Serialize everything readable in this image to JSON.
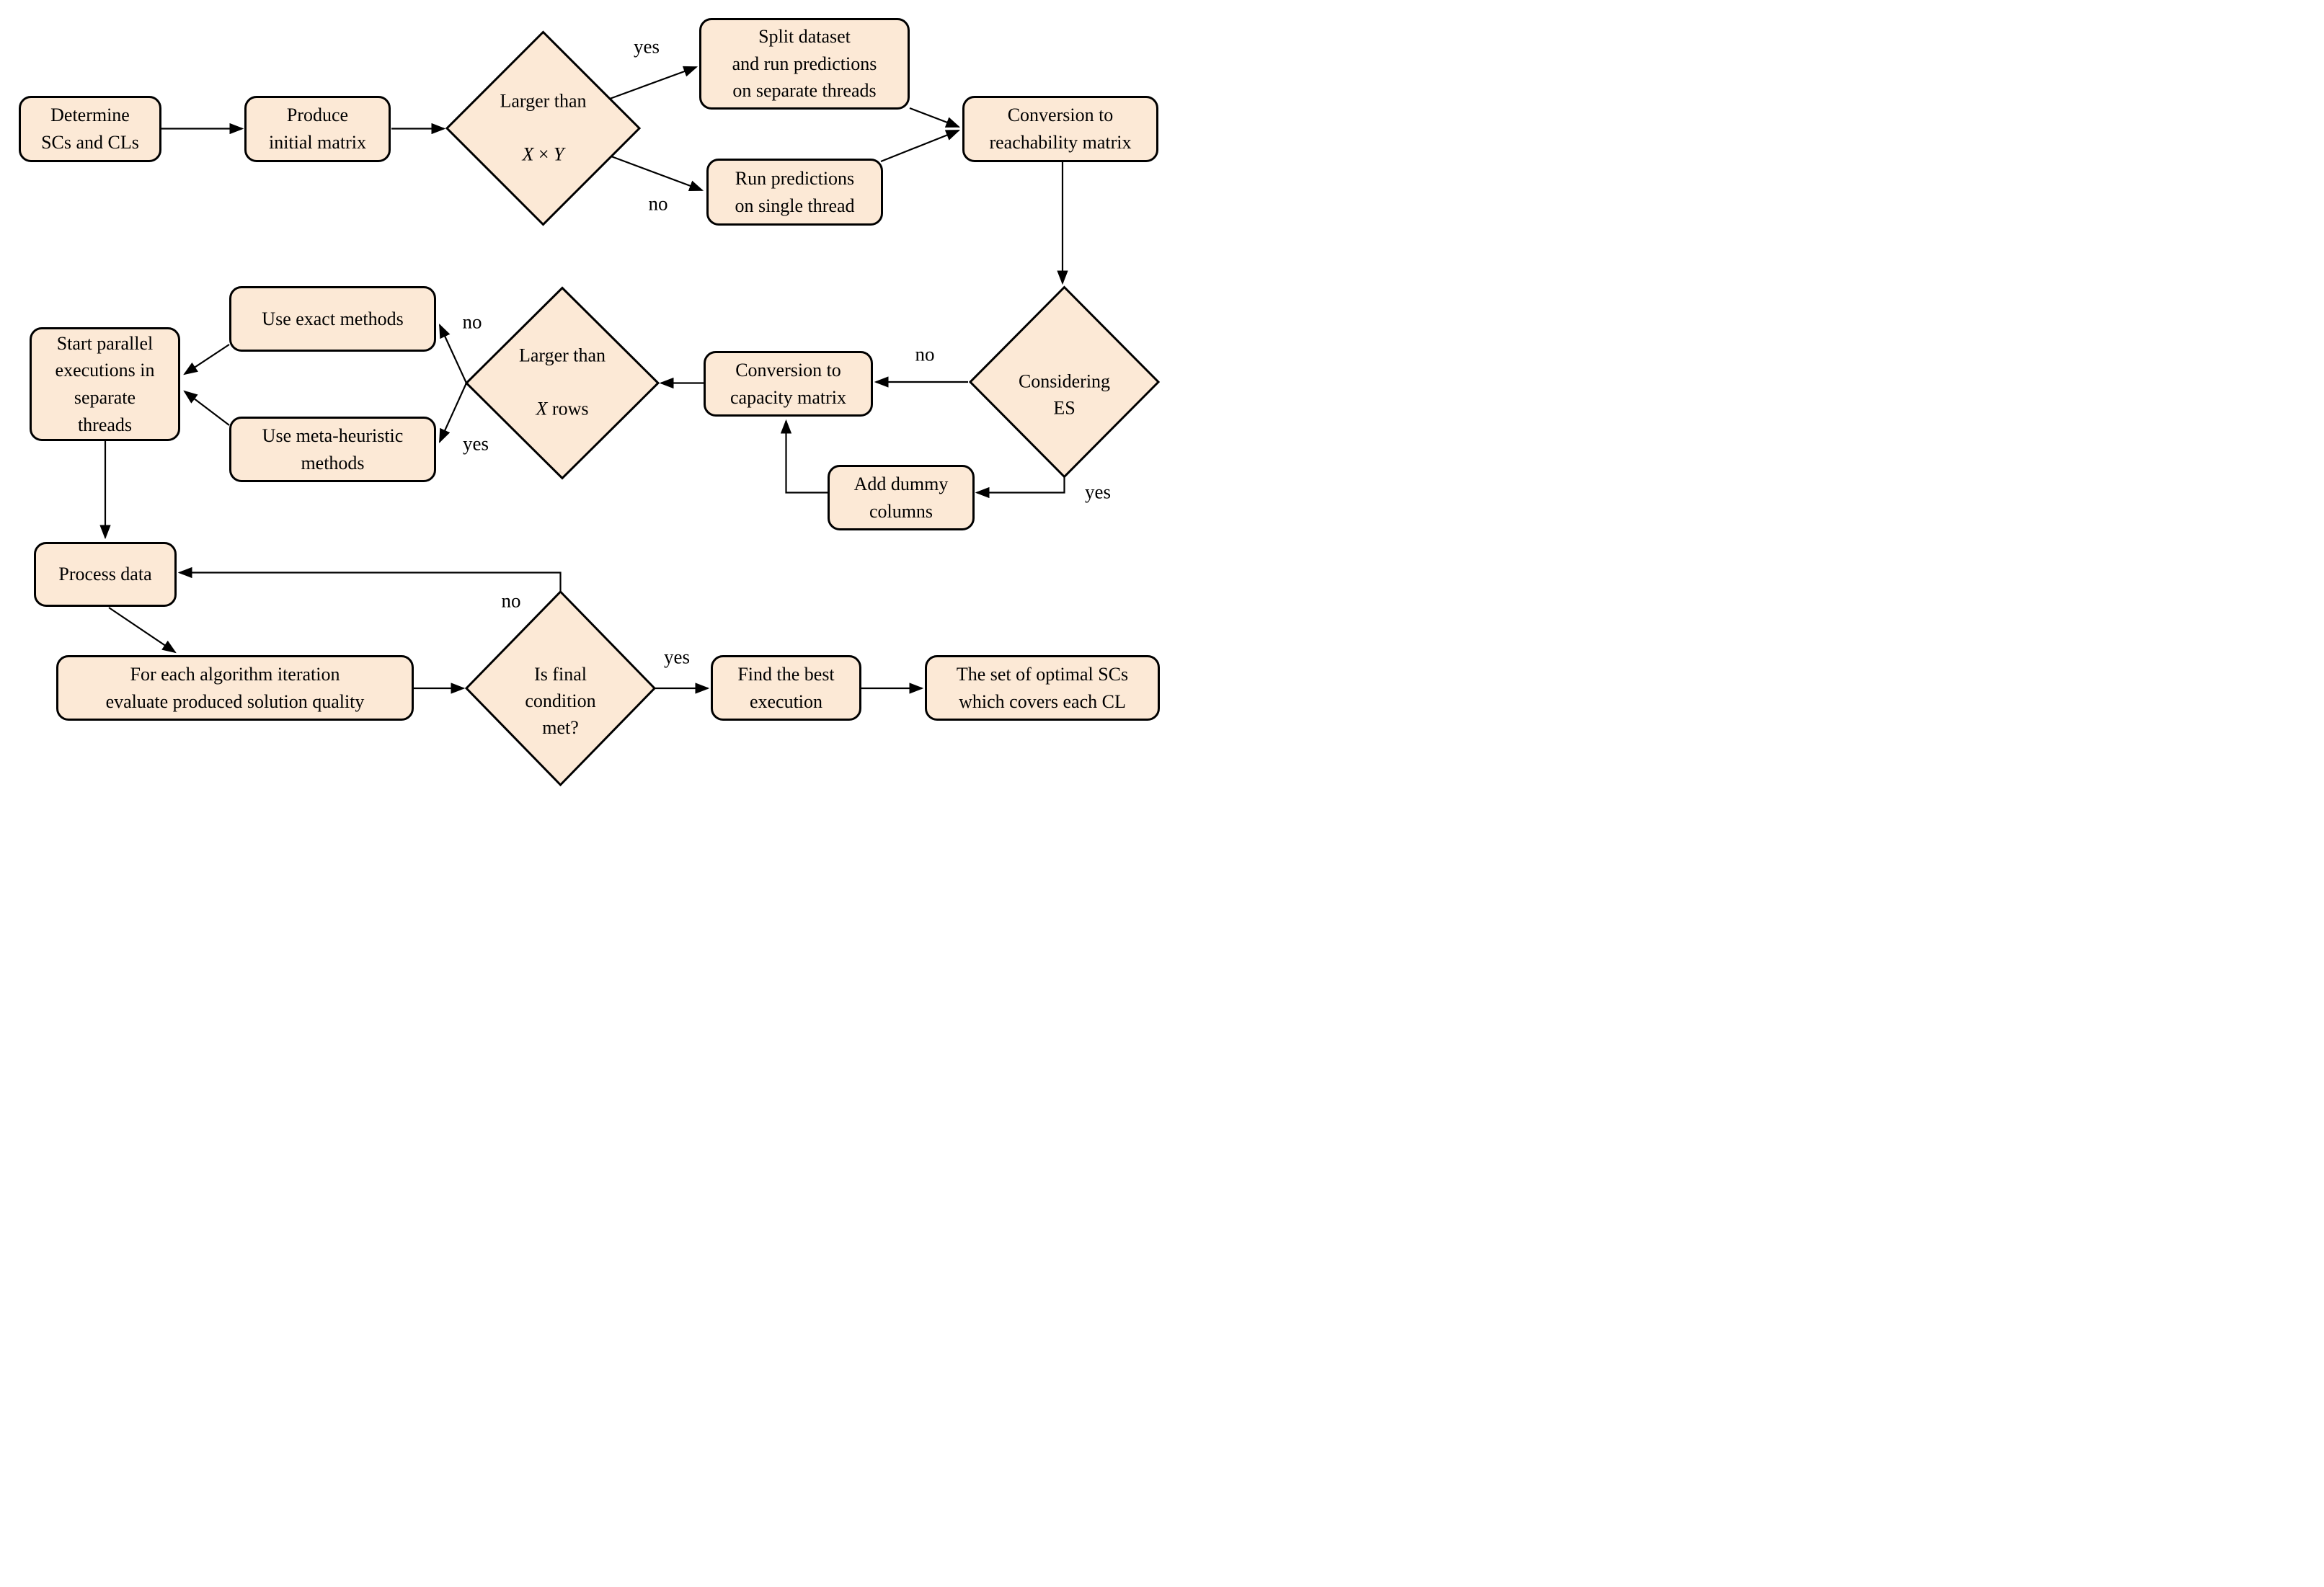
{
  "colors": {
    "node_fill": "#FCE9D6",
    "line_color": "#000000",
    "background": "#FFFFFF"
  },
  "nodes": {
    "determine": {
      "label": "Determine\nSCs and CLs"
    },
    "produce": {
      "label": "Produce\ninitial matrix"
    },
    "larger_xy": {
      "line1": "Larger than",
      "x": "X",
      "times": " × ",
      "y": "Y"
    },
    "split": {
      "label": "Split dataset\nand run predictions\non separate threads"
    },
    "single": {
      "label": "Run predictions\non single thread"
    },
    "reachability": {
      "label": "Conversion to\nreachability matrix"
    },
    "considering": {
      "label": "Considering\nES"
    },
    "capacity": {
      "label": "Conversion to\ncapacity matrix"
    },
    "larger_rows": {
      "line1": "Larger than",
      "x": "X",
      "rest": " rows"
    },
    "exact": {
      "label": "Use exact methods"
    },
    "meta": {
      "label": "Use meta-heuristic\nmethods"
    },
    "parallel": {
      "label": "Start parallel\nexecutions in\nseparate\nthreads"
    },
    "dummy": {
      "label": "Add dummy\ncolumns"
    },
    "process": {
      "label": "Process data"
    },
    "evaluate": {
      "label": "For each algorithm iteration\nevaluate produced solution quality"
    },
    "final": {
      "label": "Is final\ncondition\nmet?"
    },
    "best": {
      "label": "Find the best\nexecution"
    },
    "optimal": {
      "label": "The set of optimal SCs\nwhich covers each CL"
    }
  },
  "edge_labels": {
    "xy_yes": "yes",
    "xy_no": "no",
    "es_no": "no",
    "es_yes": "yes",
    "rows_no": "no",
    "rows_yes": "yes",
    "final_no": "no",
    "final_yes": "yes"
  }
}
